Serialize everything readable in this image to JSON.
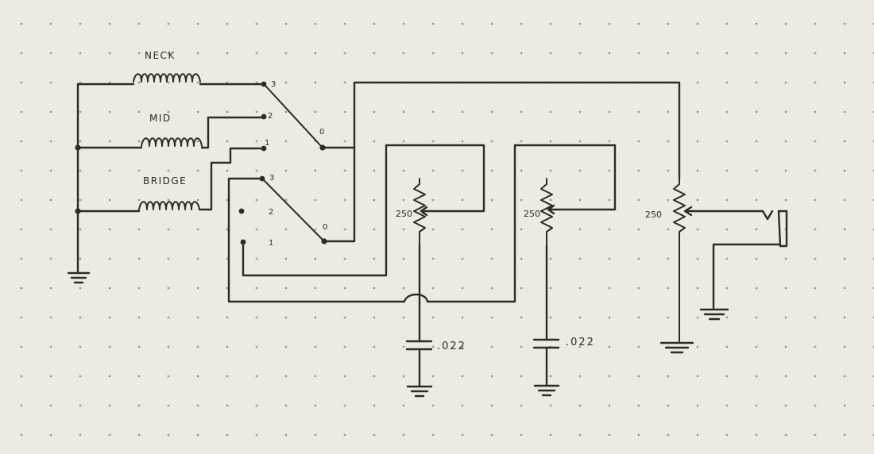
{
  "pickups": {
    "neck": "NECK",
    "mid": "MID",
    "bridge": "BRIDGE"
  },
  "switch": {
    "upper": {
      "pin3": "3",
      "pin2": "2",
      "pin1": "1",
      "common": "0"
    },
    "lower": {
      "pin3": "3",
      "pin2": "2",
      "pin1": "1",
      "common": "0"
    }
  },
  "pots": {
    "tone1": "250",
    "tone2": "250",
    "volume": "250"
  },
  "caps": {
    "tone1": ".022",
    "tone2": ".022"
  },
  "colors": {
    "paper": "#eeeae1",
    "ink": "#2e2a24",
    "dot": "#9f9a8e"
  }
}
